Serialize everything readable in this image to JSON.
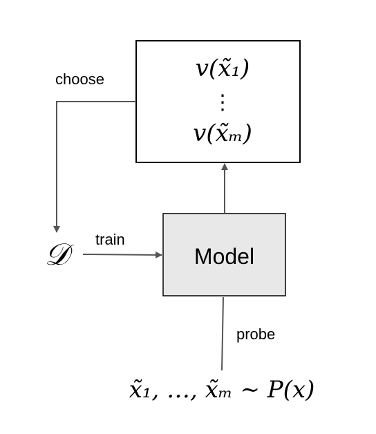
{
  "diagram": {
    "output_box": {
      "first_value": "v(x̃₁)",
      "ellipsis": "⋮",
      "last_value": "v(x̃ₘ)"
    },
    "model_box": {
      "label": "Model",
      "fill": "#e8e8e8"
    },
    "dataset_symbol": "𝒟",
    "edges": {
      "choose": "choose",
      "train": "train",
      "probe": "probe"
    },
    "samples_formula": "x̃₁, …, x̃ₘ ∼ P(x)",
    "colors": {
      "stroke": "#000000",
      "arrow": "#555555",
      "text": "#000000"
    }
  }
}
